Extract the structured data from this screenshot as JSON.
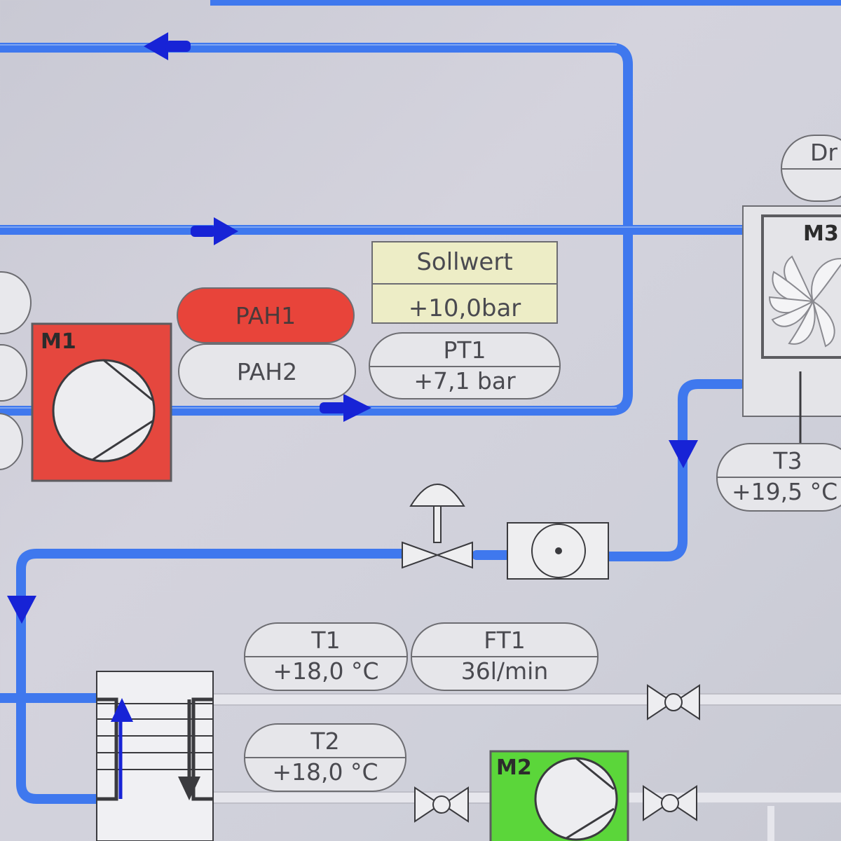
{
  "sollwert": {
    "label": "Sollwert",
    "value": "+10,0bar"
  },
  "alarms": {
    "pah1": "PAH1",
    "pah2": "PAH2"
  },
  "sensors": {
    "pt1": {
      "tag": "PT1",
      "value": "+7,1 bar"
    },
    "t1": {
      "tag": "T1",
      "value": "+18,0 °C"
    },
    "t2": {
      "tag": "T2",
      "value": "+18,0 °C"
    },
    "t3": {
      "tag": "T3",
      "value": "+19,5 °C"
    },
    "ft1": {
      "tag": "FT1",
      "value": "36l/min"
    },
    "dr": {
      "tag": "Dr"
    }
  },
  "motors": {
    "m1": "M1",
    "m2": "M2",
    "m3": "M3"
  },
  "colors": {
    "pipe_blue": "#3f78ee",
    "pipe_light": "#e4e4ea",
    "arrow_blue": "#1723d6",
    "alarm_red": "#e8443a",
    "motor_red": "#e5473e",
    "motor_green": "#5bd63a",
    "setpoint_yellow": "#ededc6",
    "background": "#cdcdd8"
  },
  "icons": [
    "pump-icon",
    "fan-icon",
    "control-valve-icon",
    "gate-valve-icon",
    "flow-meter-icon",
    "heat-exchanger-icon",
    "flow-arrow-icon"
  ]
}
